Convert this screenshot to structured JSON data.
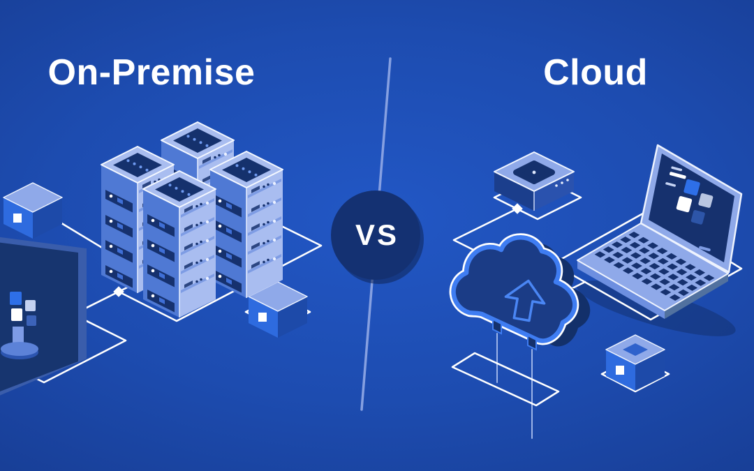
{
  "titles": {
    "left": "On-Premise",
    "right": "Cloud"
  },
  "vs_badge": {
    "label": "VS"
  },
  "colors": {
    "background_center": "#2257c5",
    "background_edge": "#112a66",
    "divider": "#8ca5e4",
    "vs_circle": "#143172",
    "wire_white": "#ffffff",
    "accent_blue": "#2e6fe8",
    "periwinkle": "#8fa9e9",
    "panel_navy": "#16316e",
    "cube_side_blue": "#2e6bdf",
    "cube_side_dark": "#1d4aa9",
    "cloud_fill": "#1b3c86",
    "cloud_outline": "#3f7df2",
    "monitor_screen": "#17356f",
    "tile_white": "#ffffff",
    "tile_light": "#c3d1f1",
    "tile_medium": "#3c63b9"
  },
  "left_scene": {
    "label": "on-premise-illustration",
    "icons": [
      "server-rack-icon",
      "server-rack-icon",
      "server-rack-icon",
      "server-rack-icon",
      "monitor-icon",
      "cube-icon",
      "cube-icon",
      "network-node-icon",
      "network-link-icon"
    ]
  },
  "right_scene": {
    "label": "cloud-illustration",
    "icons": [
      "router-icon",
      "cloud-upload-icon",
      "upload-arrow-icon",
      "laptop-icon",
      "cube-icon",
      "network-node-icon",
      "network-link-icon"
    ]
  }
}
